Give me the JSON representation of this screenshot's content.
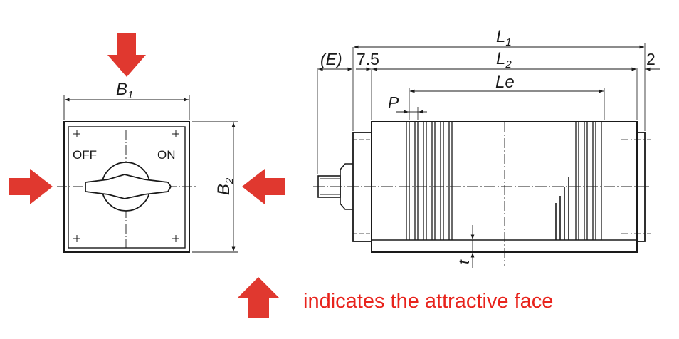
{
  "front_view": {
    "width_label": "B",
    "width_label_sub": "1",
    "height_label": "B",
    "height_label_sub": "2",
    "off_label": "OFF",
    "on_label": "ON"
  },
  "side_view": {
    "l1_label": "L",
    "l1_sub": "1",
    "l2_label": "L",
    "l2_sub": "2",
    "e_label": "(E)",
    "offset_label": "7.5",
    "end_label": "2",
    "le_label": "Le",
    "p_label": "P",
    "t_label": "t"
  },
  "legend": {
    "text": "indicates the attractive face"
  },
  "colors": {
    "arrow": "#e0382f",
    "line": "#1a1a1a",
    "legend_text": "#e8231c"
  }
}
